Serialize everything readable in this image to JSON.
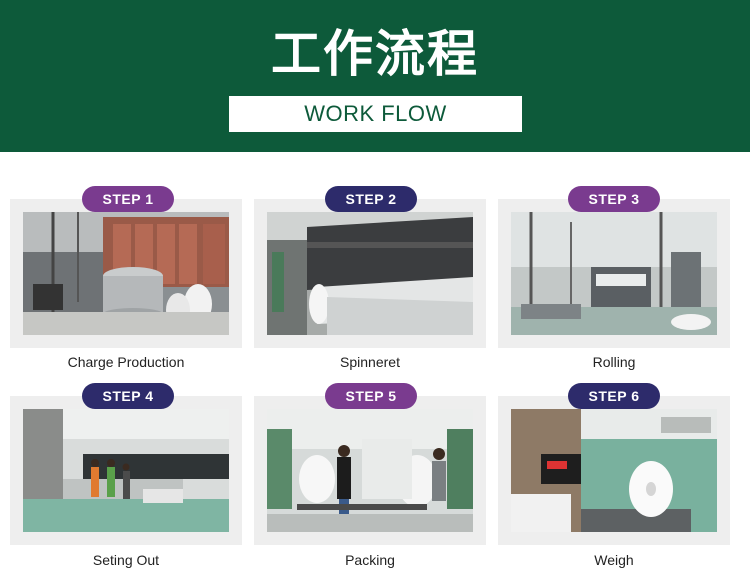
{
  "header": {
    "title_cn": "工作流程",
    "title_en": "WORK FLOW"
  },
  "colors": {
    "banner": "#0d5a3a",
    "step_purple": "#7a3b8f",
    "step_navy": "#2d2b6b",
    "card_bg": "#eeeeee"
  },
  "steps": [
    {
      "badge": "STEP 1",
      "caption": "Charge Production",
      "badge_color": "#7a3b8f"
    },
    {
      "badge": "STEP 2",
      "caption": "Spinneret",
      "badge_color": "#2d2b6b"
    },
    {
      "badge": "STEP 3",
      "caption": "Rolling",
      "badge_color": "#7a3b8f"
    },
    {
      "badge": "STEP 4",
      "caption": "Seting Out",
      "badge_color": "#2d2b6b"
    },
    {
      "badge": "STEP 5",
      "caption": "Packing",
      "badge_color": "#7a3b8f"
    },
    {
      "badge": "STEP 6",
      "caption": "Weigh",
      "badge_color": "#2d2b6b"
    }
  ]
}
